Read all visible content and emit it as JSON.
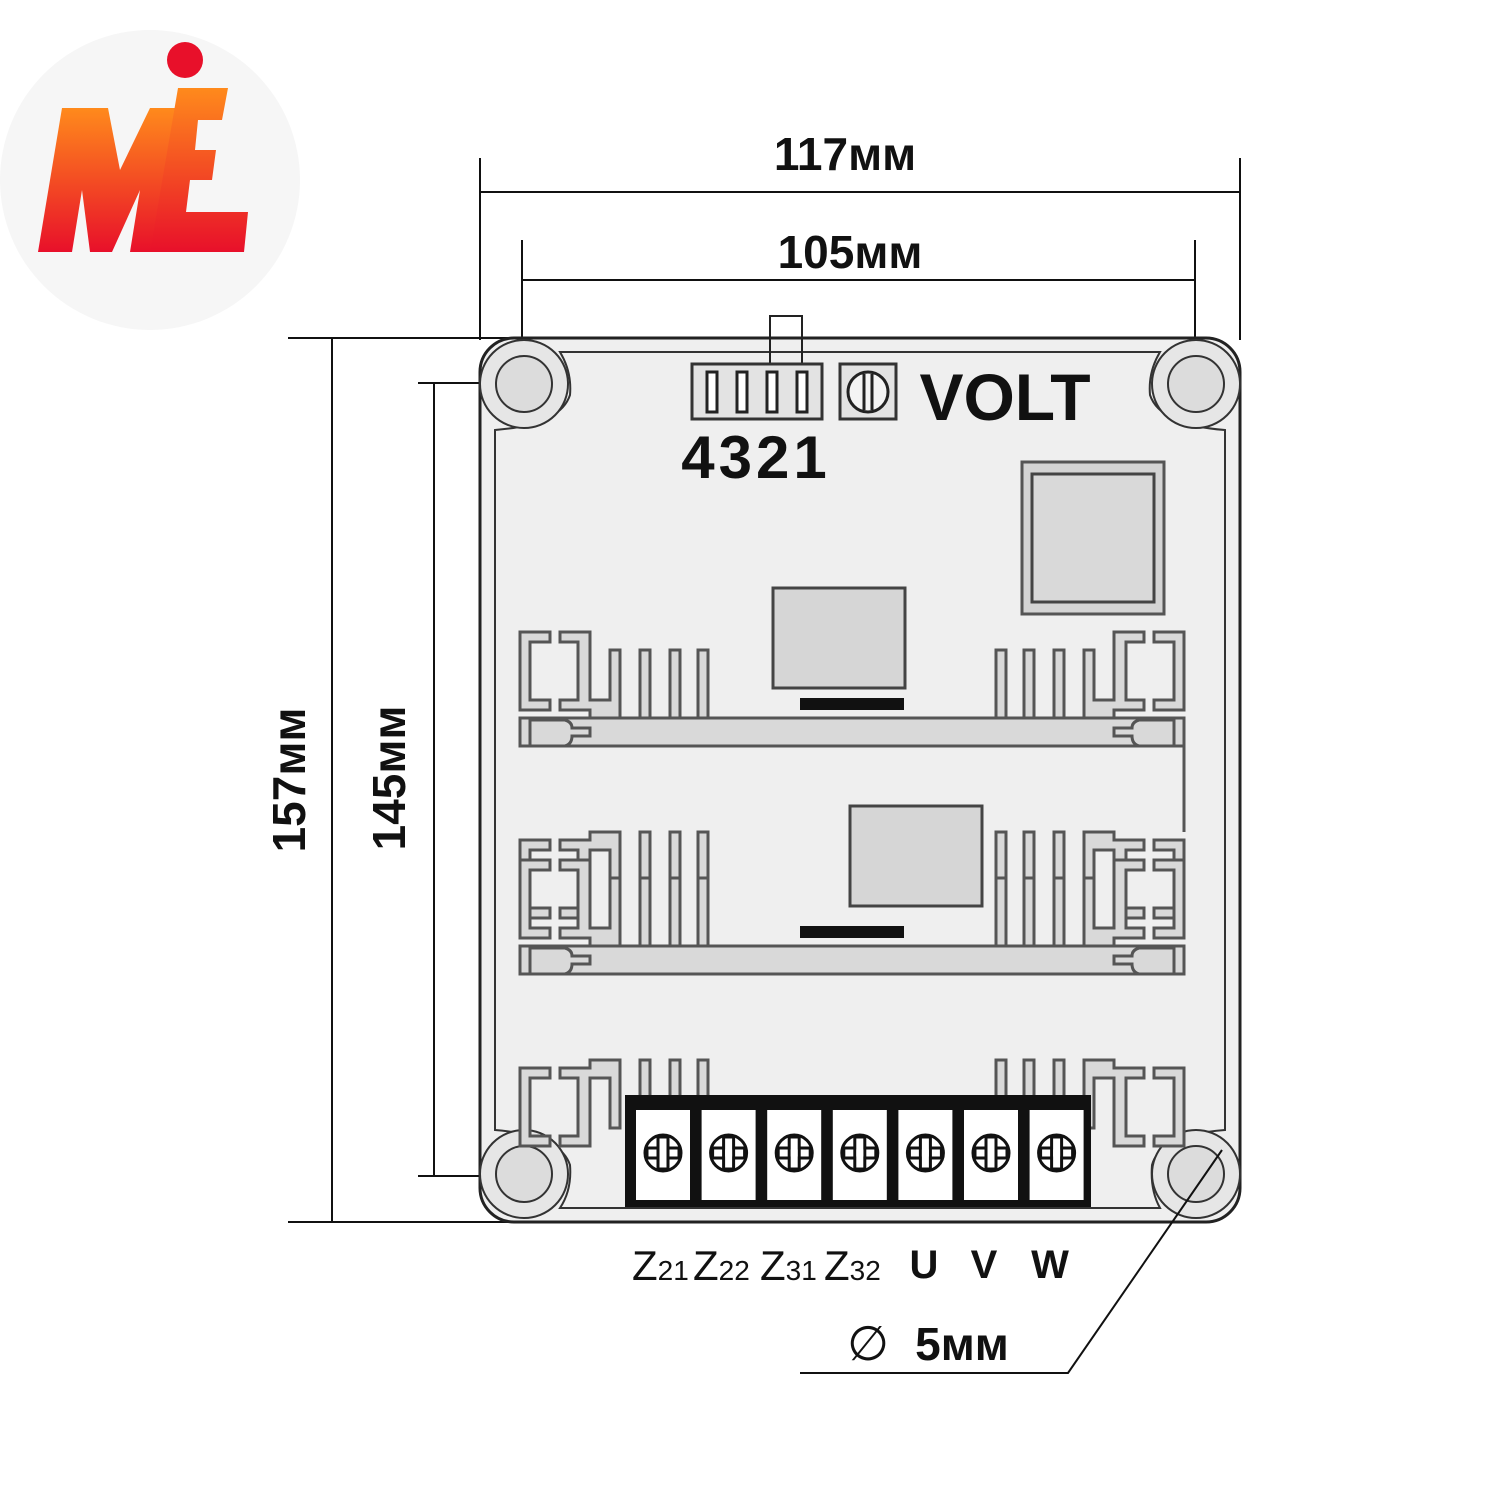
{
  "logo": {
    "letters": "ME",
    "colors": {
      "top": "#ff7a1a",
      "bottom": "#e8102a",
      "dot": "#e8102a"
    }
  },
  "dimensions": {
    "outer_width": "117мм",
    "hole_spacing_width": "105мм",
    "outer_height": "157мм",
    "hole_spacing_height": "145мм",
    "hole_diameter_symbol": "∅",
    "hole_diameter": "5мм"
  },
  "board": {
    "connector_label": "4321",
    "pot_label": "VOLT"
  },
  "terminals": [
    {
      "main": "Z",
      "sub_a": "2",
      "sub_b": "1"
    },
    {
      "main": "Z",
      "sub_a": "2",
      "sub_b": "2"
    },
    {
      "main": "Z",
      "sub_a": "3",
      "sub_b": "1"
    },
    {
      "main": "Z",
      "sub_a": "3",
      "sub_b": "2"
    },
    {
      "main": "U"
    },
    {
      "main": "V"
    },
    {
      "main": "W"
    }
  ],
  "terminal_count": 7
}
